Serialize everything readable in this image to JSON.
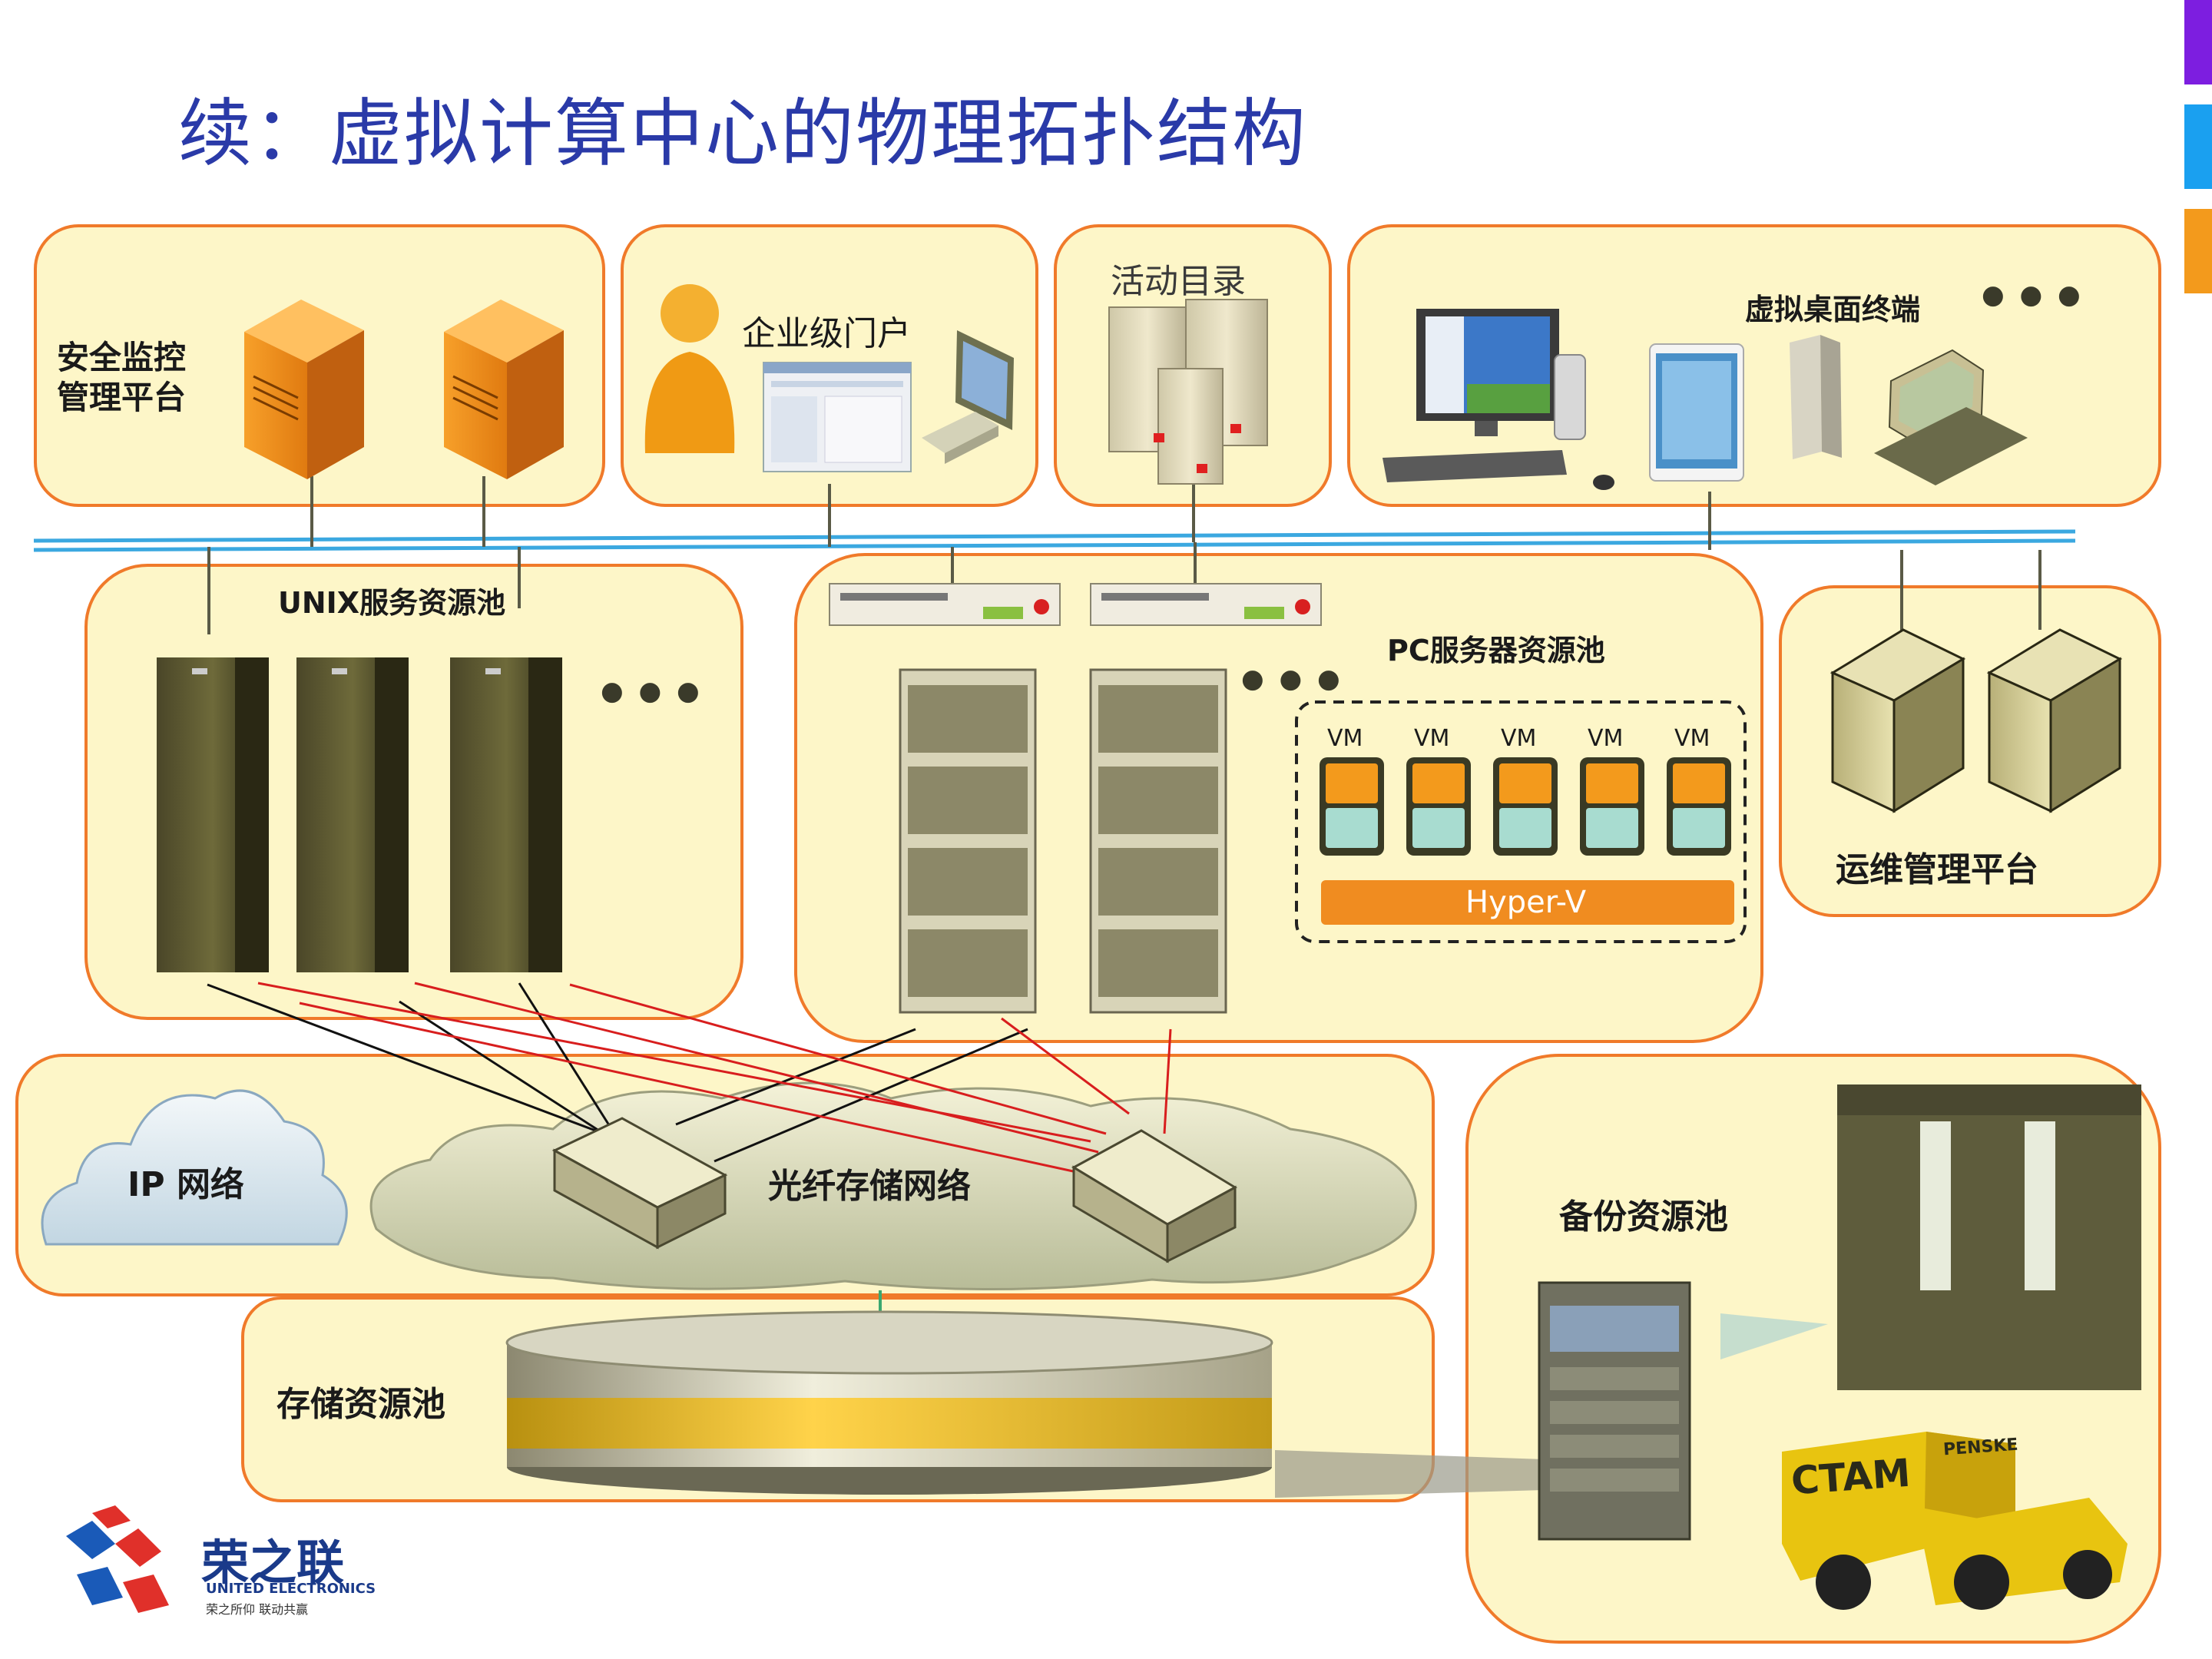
{
  "title": "续：虚拟计算中心的物理拓扑结构",
  "colors": {
    "title": "#2a3aa8",
    "panel_fill": "#fdf6c8",
    "panel_border": "#f07a2a",
    "accent_orange": "#f39a1c",
    "accent_purple": "#7d1ee0",
    "accent_blue": "#1aa0f0",
    "network_line": "#3ba8e0",
    "fc_line": "#d81e1e"
  },
  "panels": {
    "security": "安全监控\n管理平台",
    "portal": "企业级门户",
    "ad": "活动目录",
    "vdi": "虚拟桌面终端",
    "unix": "UNIX服务资源池",
    "pc": "PC服务器资源池",
    "ops": "运维管理平台",
    "ip": "IP 网络",
    "fc": "光纤存储网络",
    "storage": "存储资源池",
    "backup": "备份资源池"
  },
  "more": "● ● ●",
  "vm_label": "VM",
  "vm_count": 5,
  "hyperv": "Hyper-V",
  "truck_text": "CTAM",
  "truck_brand": "PENSKE",
  "logo": {
    "name": "荣之联",
    "en": "UNITED ELECTRONICS",
    "slogan": "荣之所仰  联动共赢"
  }
}
